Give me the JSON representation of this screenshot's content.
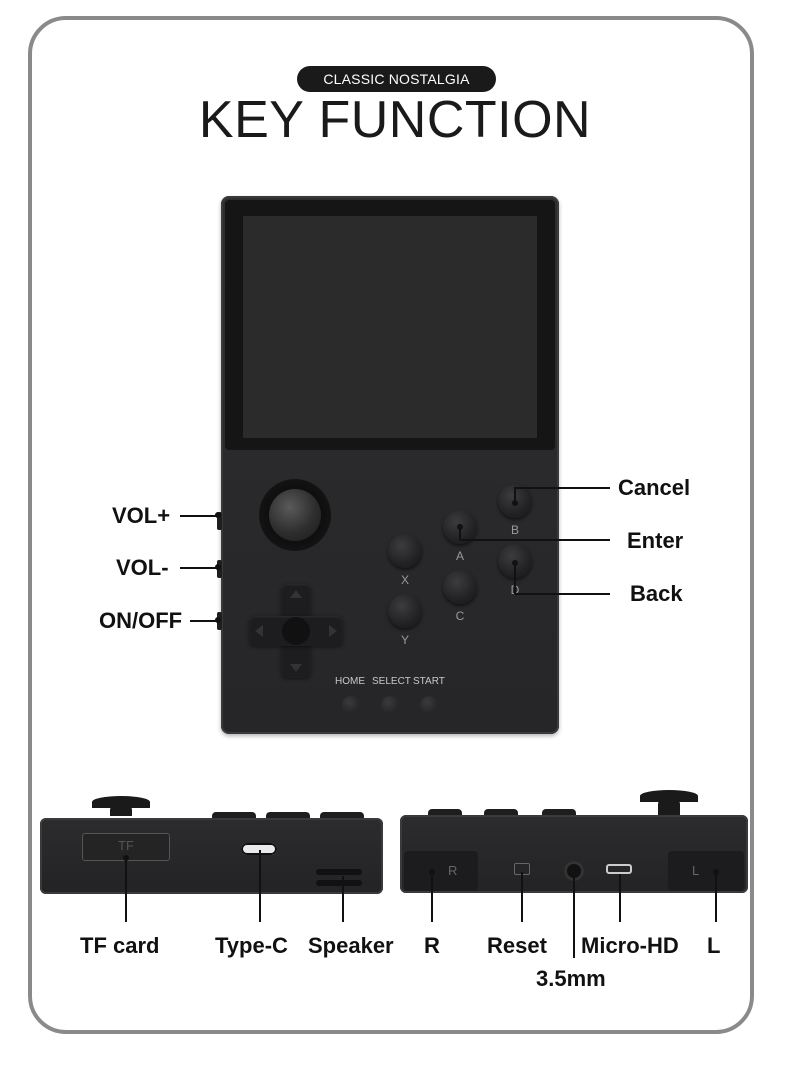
{
  "header": {
    "badge": "CLASSIC NOSTALGIA",
    "title": "KEY FUNCTION"
  },
  "device_buttons": {
    "face": [
      "B",
      "A",
      "D",
      "X",
      "C",
      "Y"
    ],
    "menu": [
      "HOME",
      "SELECT",
      "START"
    ]
  },
  "callouts_left": [
    "VOL+",
    "VOL-",
    "ON/OFF"
  ],
  "callouts_right": [
    "Cancel",
    "Enter",
    "Back"
  ],
  "bottom_left": {
    "tf_slot": "TF",
    "labels": [
      "TF card",
      "Type-C",
      "Speaker"
    ]
  },
  "bottom_right": {
    "shoulder_r": "R",
    "shoulder_l": "L",
    "labels": [
      "R",
      "Reset",
      "Micro-HD",
      "L"
    ],
    "audio": "3.5mm"
  },
  "colors": {
    "frame": "#8a8a8a",
    "device": "#2a2a2c",
    "badge": "#1a1a1a"
  }
}
